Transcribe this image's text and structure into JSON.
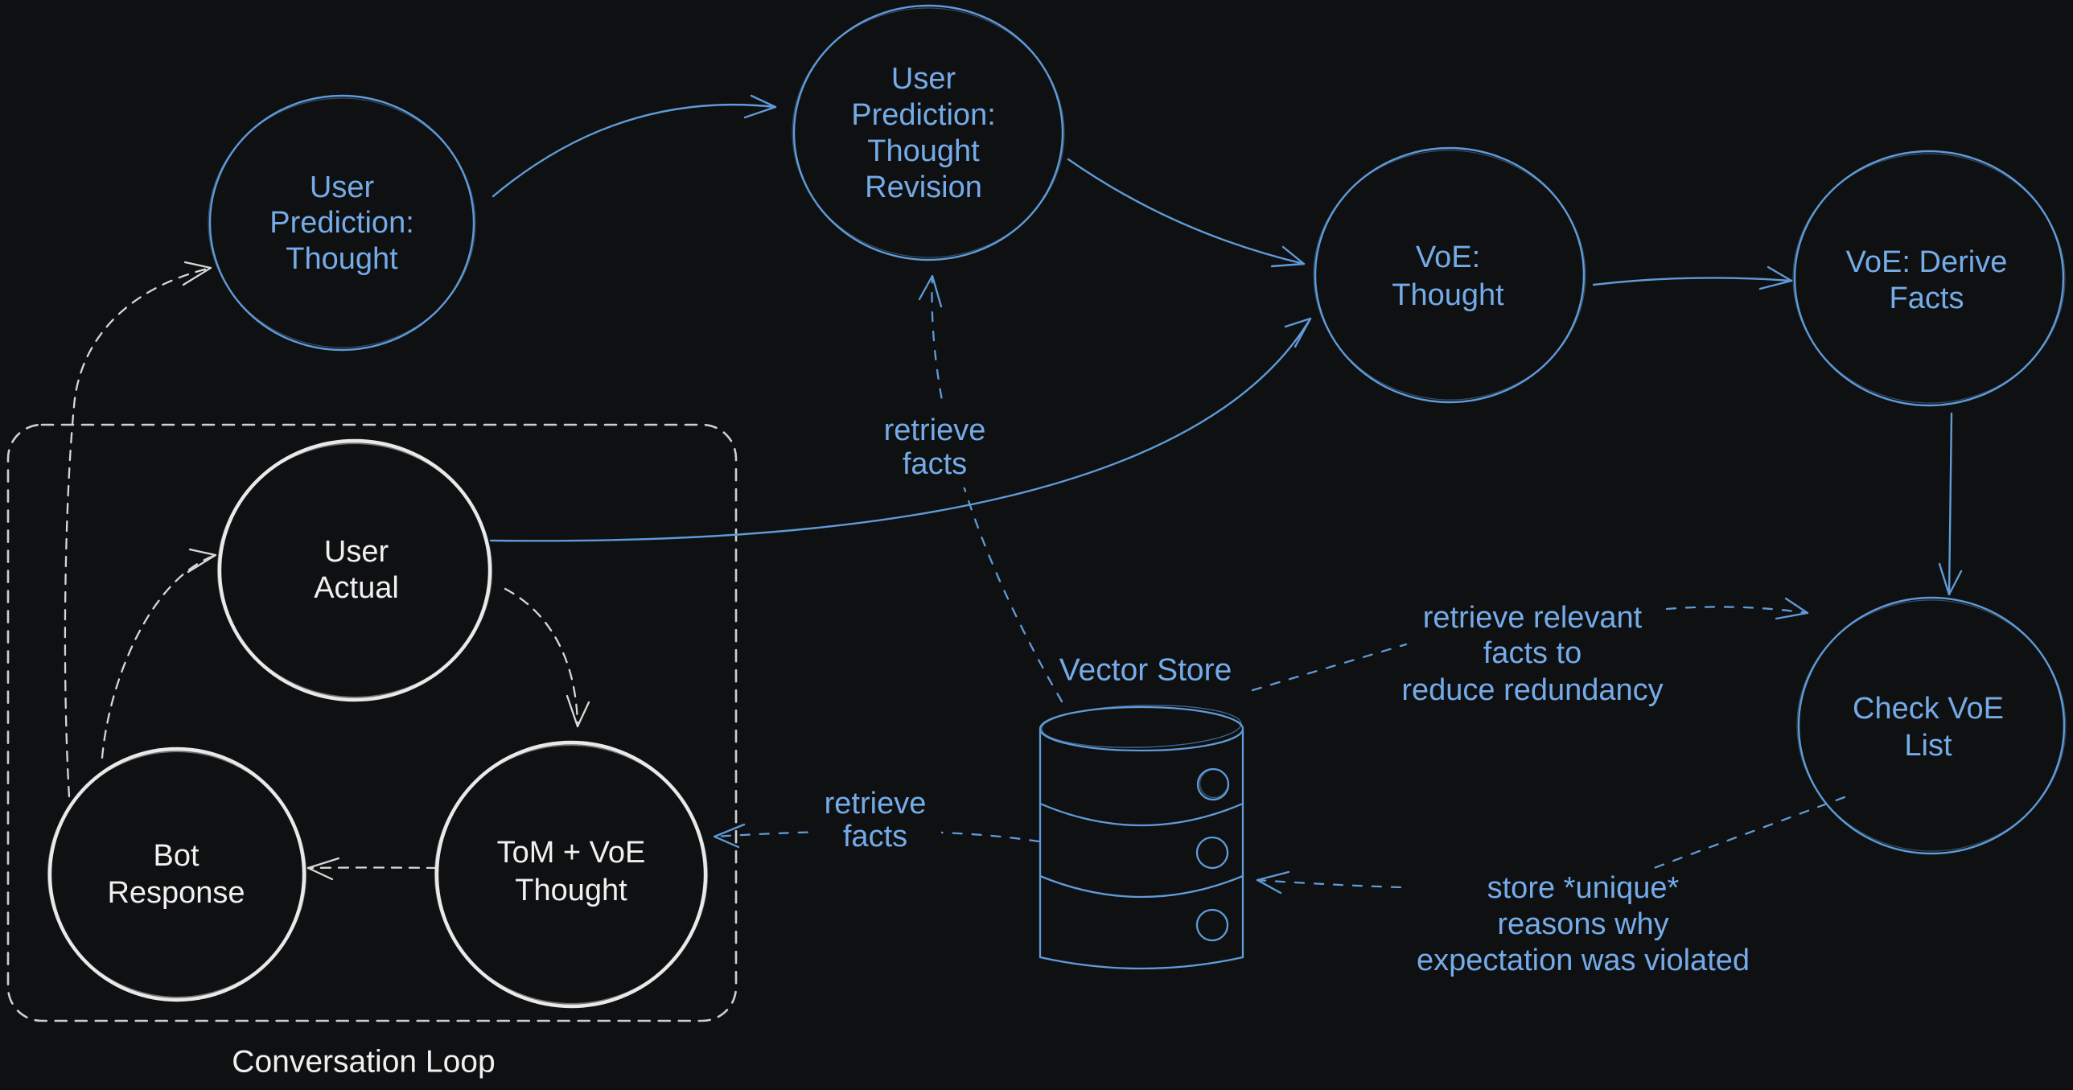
{
  "diagram": {
    "background": "#0f1011",
    "colors": {
      "blue_stroke": "#5f9bd8",
      "blue_text": "#74abe8",
      "white_stroke": "#e9e9e9",
      "white_text": "#f0f0f0",
      "dashed_white": "#d7d7d7",
      "loop_box": "#cfcfcf"
    },
    "nodes": [
      {
        "id": "user-prediction-thought",
        "shape": "circle",
        "color": "blue",
        "lines": [
          "User",
          "Prediction:",
          "Thought"
        ]
      },
      {
        "id": "user-prediction-thought-revision",
        "shape": "circle",
        "color": "blue",
        "lines": [
          "User",
          "Prediction:",
          "Thought",
          "Revision"
        ]
      },
      {
        "id": "voe-thought",
        "shape": "circle",
        "color": "blue",
        "lines": [
          "VoE:",
          "Thought"
        ]
      },
      {
        "id": "voe-derive-facts",
        "shape": "circle",
        "color": "blue",
        "lines": [
          "VoE: Derive",
          "Facts"
        ]
      },
      {
        "id": "check-voe-list",
        "shape": "circle",
        "color": "blue",
        "lines": [
          "Check VoE",
          "List"
        ]
      },
      {
        "id": "user-actual",
        "shape": "circle",
        "color": "white",
        "lines": [
          "User",
          "Actual"
        ]
      },
      {
        "id": "bot-response",
        "shape": "circle",
        "color": "white",
        "lines": [
          "Bot",
          "Response"
        ]
      },
      {
        "id": "tom-voe-thought",
        "shape": "circle",
        "color": "white",
        "lines": [
          "ToM + VoE",
          "Thought"
        ]
      }
    ],
    "containers": [
      {
        "id": "conversation-loop",
        "label": "Conversation Loop",
        "style": "dashed-rounded-rect",
        "color": "white"
      }
    ],
    "datastore": {
      "id": "vector-store",
      "label": "Vector Store",
      "shape": "database-cylinder",
      "color": "blue"
    },
    "edge_labels": [
      {
        "id": "retrieve-facts-upper",
        "lines": [
          "retrieve",
          "facts"
        ]
      },
      {
        "id": "retrieve-facts-lower",
        "lines": [
          "retrieve",
          "facts"
        ]
      },
      {
        "id": "retrieve-relevant",
        "lines": [
          "retrieve relevant",
          "facts to",
          "reduce redundancy"
        ]
      },
      {
        "id": "store-unique",
        "lines": [
          "store *unique*",
          "reasons why",
          "expectation was violated"
        ]
      }
    ]
  }
}
